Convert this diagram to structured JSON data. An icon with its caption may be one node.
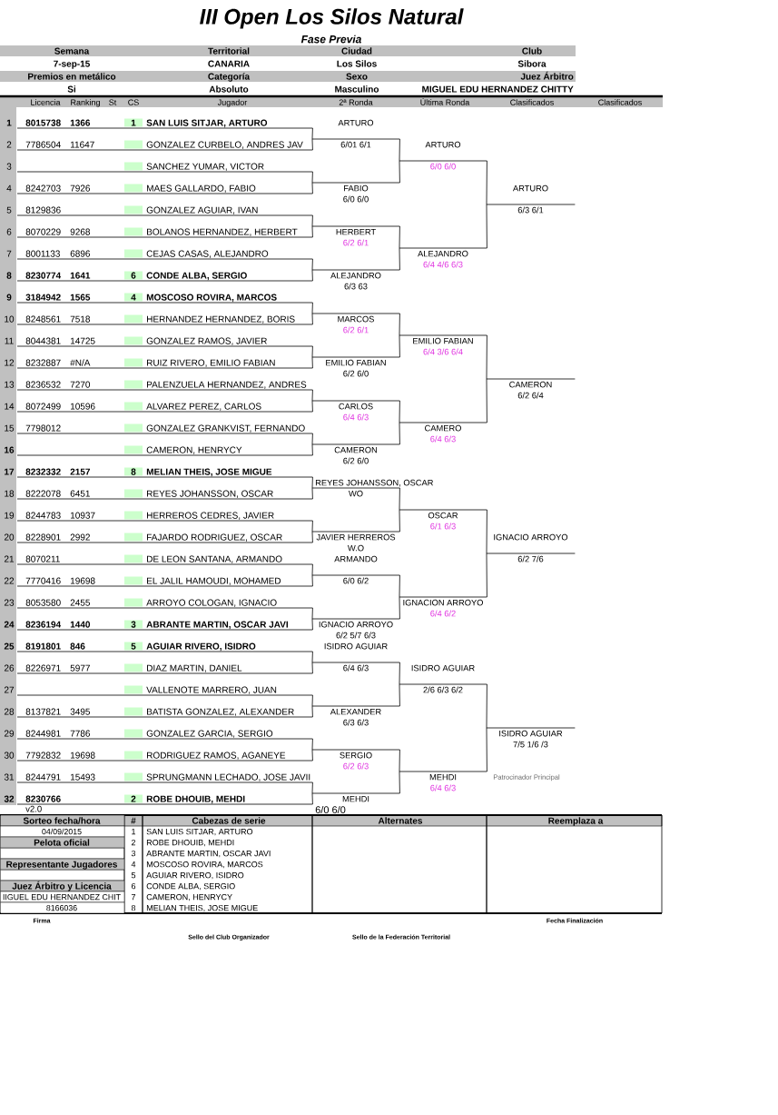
{
  "diagram": {
    "title": "III Open Los Silos Natural",
    "nodes": [
      {
        "text": [
          "8015738",
          "1366",
          "1",
          "SAN LUIS SITJAR, ARTURO"
        ],
        "beside": [
          "1"
        ]
      },
      {
        "text": [
          "7786504",
          "11647",
          "GONZALEZ CURBELO, ANDRES JAV"
        ],
        "beside": [
          "2"
        ]
      },
      {
        "text": [
          "SANCHEZ YUMAR, VICTOR"
        ],
        "beside": [
          "3"
        ]
      },
      {
        "text": [
          "8242703",
          "7926",
          "MAES GALLARDO, FABIO"
        ],
        "beside": [
          "4"
        ]
      },
      {
        "text": [
          "8129836",
          "GONZALEZ AGUIAR, IVAN"
        ],
        "beside": [
          "5"
        ]
      },
      {
        "text": [
          "8070229",
          "9268",
          "BOLANOS HERNANDEZ, HERBERT"
        ],
        "beside": [
          "6"
        ]
      },
      {
        "text": [
          "8001133",
          "6896",
          "CEJAS CASAS, ALEJANDRO"
        ],
        "beside": [
          "7"
        ]
      },
      {
        "text": [
          "8230774",
          "1641",
          "6",
          "CONDE ALBA, SERGIO"
        ],
        "beside": [
          "8"
        ]
      },
      {
        "text": [
          "3184942",
          "1565",
          "4",
          "MOSCOSO ROVIRA, MARCOS"
        ],
        "beside": [
          "9"
        ]
      },
      {
        "text": [
          "8248561",
          "7518",
          "HERNANDEZ HERNANDEZ, BORIS"
        ],
        "beside": [
          "10"
        ]
      },
      {
        "text": [
          "8044381",
          "14725",
          "GONZALEZ RAMOS, JAVIER"
        ],
        "beside": [
          "11"
        ]
      },
      {
        "text": [
          "8232887",
          "#N/A",
          "RUIZ RIVERO, EMILIO FABIAN"
        ],
        "beside": [
          "12"
        ]
      },
      {
        "text": [
          "8236532",
          "7270",
          "PALENZUELA HERNANDEZ, ANDRES"
        ],
        "beside": [
          "13"
        ]
      },
      {
        "text": [
          "8072499",
          "10596",
          "ALVAREZ PEREZ, CARLOS"
        ],
        "beside": [
          "14"
        ]
      },
      {
        "text": [
          "7798012",
          "GONZALEZ GRANKVIST, FERNANDO"
        ],
        "beside": [
          "15"
        ]
      },
      {
        "text": [
          "CAMERON, HENRYCY"
        ],
        "beside": [
          "16"
        ]
      },
      {
        "text": [
          "8232332",
          "2157",
          "8",
          "MELIAN THEIS, JOSE MIGUE"
        ],
        "beside": [
          "17"
        ]
      },
      {
        "text": [
          "8222078",
          "6451",
          "REYES JOHANSSON, OSCAR"
        ],
        "beside": [
          "18"
        ]
      },
      {
        "text": [
          "8244783",
          "10937",
          "HERREROS CEDRES, JAVIER"
        ],
        "beside": [
          "19"
        ]
      },
      {
        "text": [
          "8228901",
          "2992",
          "FAJARDO RODRIGUEZ, OSCAR"
        ],
        "beside": [
          "20"
        ]
      },
      {
        "text": [
          "8070211",
          "DE LEON SANTANA, ARMANDO"
        ],
        "beside": [
          "21"
        ]
      },
      {
        "text": [
          "7770416",
          "19698",
          "EL JALIL HAMOUDI, MOHAMED"
        ],
        "beside": [
          "22"
        ]
      },
      {
        "text": [
          "8053580",
          "2455",
          "ARROYO COLOGAN, IGNACIO"
        ],
        "beside": [
          "23"
        ]
      },
      {
        "text": [
          "8236194",
          "1440",
          "3",
          "ABRANTE MARTIN, OSCAR JAVI"
        ],
        "beside": [
          "24"
        ]
      },
      {
        "text": [
          "8191801",
          "846",
          "5",
          "AGUIAR RIVERO, ISIDRO"
        ],
        "beside": [
          "25"
        ]
      },
      {
        "text": [
          "8226971",
          "5977",
          "DIAZ MARTIN, DANIEL"
        ],
        "beside": [
          "26"
        ]
      },
      {
        "text": [
          "VALLENOTE MARRERO, JUAN"
        ],
        "beside": [
          "27"
        ]
      },
      {
        "text": [
          "8137821",
          "3495",
          "BATISTA GONZALEZ, ALEXANDER"
        ],
        "beside": [
          "28"
        ]
      },
      {
        "text": [
          "8244981",
          "7786",
          "GONZALEZ GARCIA, SERGIO"
        ],
        "beside": [
          "29"
        ]
      },
      {
        "text": [
          "7792832",
          "19698",
          "RODRIGUEZ RAMOS, AGANEYE"
        ],
        "beside": [
          "30"
        ]
      },
      {
        "text": [
          "8244791",
          "15493",
          "SPRUNGMANN LECHADO, JOSE JAVII"
        ],
        "beside": [
          "31"
        ]
      },
      {
        "text": [
          "8230766",
          "2",
          "ROBE DHOUIB, MEHDI"
        ],
        "beside": [
          "32"
        ]
      },
      {
        "text": [
          "ARTURO",
          "6/01 6/1"
        ]
      },
      {
        "text": [
          "FABIO",
          "6/0 6/0"
        ]
      },
      {
        "text": [
          "HERBERT",
          "6/2 6/1"
        ]
      },
      {
        "text": [
          "ALEJANDRO",
          "6/3 63"
        ]
      },
      {
        "text": [
          "MARCOS",
          "6/2 6/1"
        ]
      },
      {
        "text": [
          "EMILIO FABIAN",
          "6/2 6/0"
        ]
      },
      {
        "text": [
          "CARLOS",
          "6/4 6/3"
        ]
      },
      {
        "text": [
          "CAMERON",
          "6/2 6/0"
        ]
      },
      {
        "text": [
          "REYES JOHANSSON, OSCAR",
          "WO"
        ]
      },
      {
        "text": [
          "JAVIER HERREROS",
          "W.O"
        ]
      },
      {
        "text": [
          "ARMANDO",
          "6/0 6/2"
        ]
      },
      {
        "text": [
          "IGNACIO ARROYO",
          "6/2 5/7 6/3"
        ]
      },
      {
        "text": [
          "ISIDRO AGUIAR",
          "6/4 6/3"
        ]
      },
      {
        "text": [
          "ALEXANDER",
          "6/3 6/3"
        ]
      },
      {
        "text": [
          "SERGIO",
          "6/2 6/3"
        ]
      },
      {
        "text": [
          "MEHDI",
          "6/0 6/0"
        ]
      },
      {
        "text": [
          "ARTURO",
          "6/0 6/0"
        ]
      },
      {
        "text": [
          "ALEJANDRO",
          "6/4 4/6 6/3"
        ]
      },
      {
        "text": [
          "EMILIO FABIAN",
          "6/4 3/6 6/4"
        ]
      },
      {
        "text": [
          "CAMERO",
          "6/4 6/3"
        ]
      },
      {
        "text": [
          "OSCAR",
          "6/1 6/3"
        ]
      },
      {
        "text": [
          "IGNACION ARROYO",
          "6/4 6/2"
        ]
      },
      {
        "text": [
          "ISIDRO AGUIAR",
          "2/6 6/3 6/2"
        ]
      },
      {
        "text": [
          "MEHDI",
          "6/4 6/3"
        ]
      },
      {
        "text": [
          "ARTURO",
          "6/3 6/1"
        ]
      },
      {
        "text": [
          "CAMERON",
          "6/2 6/4"
        ]
      },
      {
        "text": [
          "IGNACIO ARROYO",
          "6/2 7/6"
        ]
      },
      {
        "text": [
          "ISIDRO AGUIAR",
          "7/5 1/6 /3"
        ]
      }
    ],
    "edges": [
      {
        "from": 0,
        "to": 32,
        "arrow": "none"
      },
      {
        "from": 1,
        "to": 32,
        "arrow": "none"
      },
      {
        "from": 2,
        "to": 33,
        "arrow": "none"
      },
      {
        "from": 3,
        "to": 33,
        "arrow": "none"
      },
      {
        "from": 4,
        "to": 34,
        "arrow": "none"
      },
      {
        "from": 5,
        "to": 34,
        "arrow": "none"
      },
      {
        "from": 6,
        "to": 35,
        "arrow": "none"
      },
      {
        "from": 7,
        "to": 35,
        "arrow": "none"
      },
      {
        "from": 8,
        "to": 36,
        "arrow": "none"
      },
      {
        "from": 9,
        "to": 36,
        "arrow": "none"
      },
      {
        "from": 10,
        "to": 37,
        "arrow": "none"
      },
      {
        "from": 11,
        "to": 37,
        "arrow": "none"
      },
      {
        "from": 12,
        "to": 38,
        "arrow": "none"
      },
      {
        "from": 13,
        "to": 38,
        "arrow": "none"
      },
      {
        "from": 14,
        "to": 39,
        "arrow": "none"
      },
      {
        "from": 15,
        "to": 39,
        "arrow": "none"
      },
      {
        "from": 16,
        "to": 40,
        "arrow": "none"
      },
      {
        "from": 17,
        "to": 40,
        "arrow": "none"
      },
      {
        "from": 18,
        "to": 41,
        "arrow": "none"
      },
      {
        "from": 19,
        "to": 41,
        "arrow": "none"
      },
      {
        "from": 20,
        "to": 42,
        "arrow": "none"
      },
      {
        "from": 21,
        "to": 42,
        "arrow": "none"
      },
      {
        "from": 22,
        "to": 43,
        "arrow": "none"
      },
      {
        "from": 23,
        "to": 43,
        "arrow": "none"
      },
      {
        "from": 24,
        "to": 44,
        "arrow": "none"
      },
      {
        "from": 25,
        "to": 44,
        "arrow": "none"
      },
      {
        "from": 26,
        "to": 45,
        "arrow": "none"
      },
      {
        "from": 27,
        "to": 45,
        "arrow": "none"
      },
      {
        "from": 28,
        "to": 46,
        "arrow": "none"
      },
      {
        "from": 29,
        "to": 46,
        "arrow": "none"
      },
      {
        "from": 30,
        "to": 47,
        "arrow": "none"
      },
      {
        "from": 31,
        "to": 47,
        "arrow": "none"
      },
      {
        "from": 32,
        "to": 48,
        "arrow": "none"
      },
      {
        "from": 33,
        "to": 48,
        "arrow": "none"
      },
      {
        "from": 34,
        "to": 49,
        "arrow": "none"
      },
      {
        "from": 35,
        "to": 49,
        "arrow": "none"
      },
      {
        "from": 36,
        "to": 50,
        "arrow": "none"
      },
      {
        "from": 37,
        "to": 50,
        "arrow": "none"
      },
      {
        "from": 38,
        "to": 51,
        "arrow": "none"
      },
      {
        "from": 39,
        "to": 51,
        "arrow": "none"
      },
      {
        "from": 40,
        "to": 52,
        "arrow": "none"
      },
      {
        "from": 41,
        "to": 52,
        "arrow": "none"
      },
      {
        "from": 42,
        "to": 53,
        "arrow": "none"
      },
      {
        "from": 43,
        "to": 53,
        "arrow": "none"
      },
      {
        "from": 44,
        "to": 54,
        "arrow": "none"
      },
      {
        "from": 45,
        "to": 54,
        "arrow": "none"
      },
      {
        "from": 46,
        "to": 55,
        "arrow": "none"
      },
      {
        "from": 47,
        "to": 55,
        "arrow": "none"
      },
      {
        "from": 48,
        "to": 56,
        "arrow": "none"
      },
      {
        "from": 49,
        "to": 56,
        "arrow": "none"
      },
      {
        "from": 50,
        "to": 57,
        "arrow": "none"
      },
      {
        "from": 51,
        "to": 57,
        "arrow": "none"
      },
      {
        "from": 52,
        "to": 58,
        "arrow": "none"
      },
      {
        "from": 53,
        "to": 58,
        "arrow": "none"
      },
      {
        "from": 54,
        "to": 59,
        "arrow": "none"
      },
      {
        "from": 55,
        "to": 59,
        "arrow": "none"
      }
    ],
    "labels": [
      "Fase Previa",
      "Semana",
      "Territorial",
      "Ciudad",
      "Club",
      "7-sep-15",
      "CANARIA",
      "Los Silos",
      "Sibora",
      "Premios en metálico",
      "Categoría",
      "Sexo",
      "Juez Árbitro",
      "Si",
      "Absoluto",
      "Masculino",
      "MIGUEL EDU HERNANDEZ CHITTY",
      "Licencia",
      "Ranking",
      "St",
      "CS",
      "Jugador",
      "2ª Ronda",
      "Última Ronda",
      "Clasificados",
      "Clasificados",
      "Patrocinador Principal",
      "v2.0",
      "Sorteo fecha/hora",
      "#",
      "Cabezas de serie",
      "Alternates",
      "Reemplaza a",
      "04/09/2015",
      "1",
      "SAN LUIS SITJAR, ARTURO",
      "Pelota oficial",
      "2",
      "ROBE DHOUIB, MEHDI",
      "3",
      "ABRANTE MARTIN, OSCAR JAVI",
      "Representante Jugadores",
      "4",
      "MOSCOSO ROVIRA, MARCOS",
      "5",
      "AGUIAR RIVERO, ISIDRO",
      "Juez Árbitro y Licencia",
      "6",
      "CONDE ALBA, SERGIO",
      "IIGUEL EDU HERNANDEZ CHIT",
      "7",
      "CAMERON, HENRYCY",
      "8166036",
      "8",
      "MELIAN THEIS, JOSE MIGUE",
      "Firma",
      "Fecha Finalización",
      "Sello del Club Organizador",
      "Sello de la Federación Territorial"
    ]
  }
}
